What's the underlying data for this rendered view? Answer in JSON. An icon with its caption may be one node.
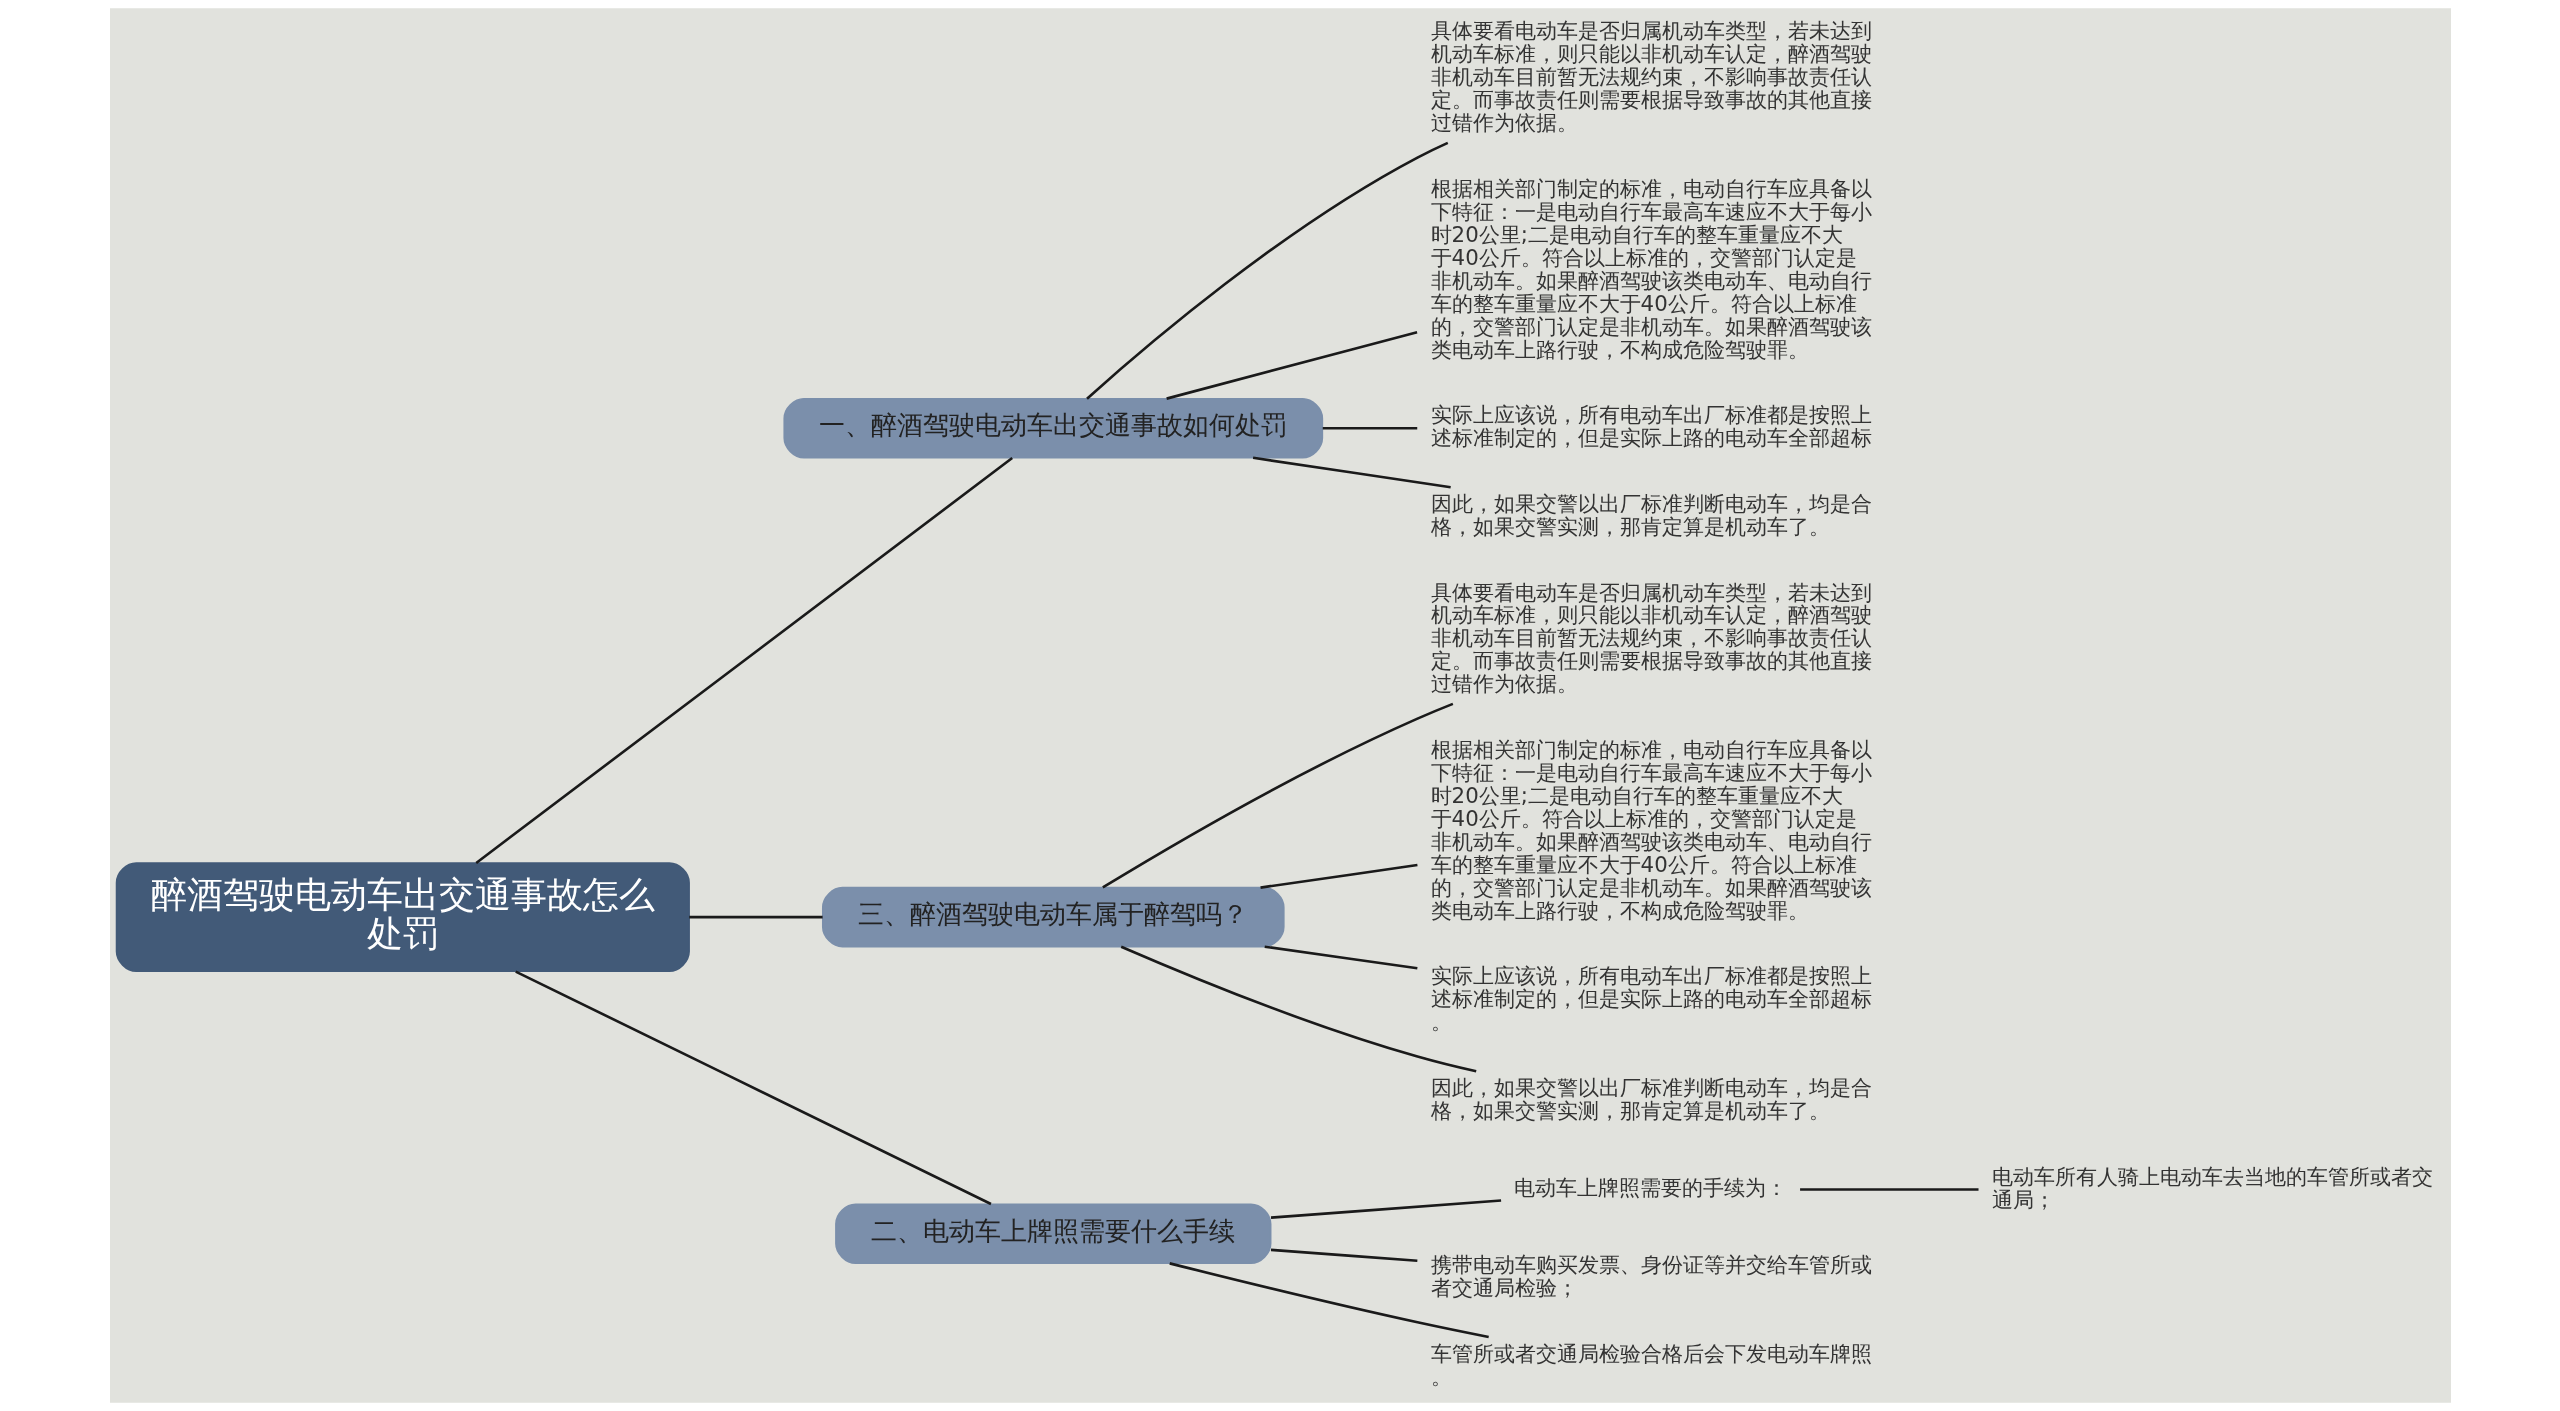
{
  "diagram": {
    "nodes": [
      {
        "text": [
          "醉酒驾驶电动车出交通事故怎么处罚"
        ]
      },
      {
        "text": [
          "一、醉酒驾驶电动车出交通事故如何处罚"
        ]
      },
      {
        "text": [
          "具体要看电动车是否归属机动车类型，若未达到机动车标准，则只能以非机动车认定，醉酒驾驶非机动车目前暂无法规约束，不影响事故责任认定。而事故责任则需要根据导致事故的其他直接过错作为依据。"
        ]
      },
      {
        "text": [
          "根据相关部门制定的标准，电动自行车应具备以下特征：一是电动自行车最高车速应不大于每小时20公里;二是电动自行车的整车重量应不大于40公斤。符合以上标准的，交警部门认定是非机动车。如果醉酒驾驶该类电动车、电动自行车的整车重量应不大于40公斤。符合以上标准的，交警部门认定是非机动车。如果醉酒驾驶该类电动车上路行驶，不构成危险驾驶罪。"
        ]
      },
      {
        "text": [
          "实际上应该说，所有电动车出厂标准都是按照上述标准制定的，但是实际上路的电动车全部超标"
        ]
      },
      {
        "text": [
          "因此，如果交警以出厂标准判断电动车，均是合格，如果交警实测，那肯定算是机动车了。"
        ]
      },
      {
        "text": [
          "三、醉酒驾驶电动车属于醉驾吗？"
        ]
      },
      {
        "text": [
          "具体要看电动车是否归属机动车类型，若未达到机动车标准，则只能以非机动车认定，醉酒驾驶非机动车目前暂无法规约束，不影响事故责任认定。而事故责任则需要根据导致事故的其他直接过错作为依据。"
        ]
      },
      {
        "text": [
          "根据相关部门制定的标准，电动自行车应具备以下特征：一是电动自行车最高车速应不大于每小时20公里;二是电动自行车的整车重量应不大于40公斤。符合以上标准的，交警部门认定是非机动车。如果醉酒驾驶该类电动车、电动自行车的整车重量应不大于40公斤。符合以上标准的，交警部门认定是非机动车。如果醉酒驾驶该类电动车上路行驶，不构成危险驾驶罪。"
        ]
      },
      {
        "text": [
          "实际上应该说，所有电动车出厂标准都是按照上述标准制定的，但是实际上路的电动车全部超标。"
        ]
      },
      {
        "text": [
          "因此，如果交警以出厂标准判断电动车，均是合格，如果交警实测，那肯定算是机动车了。"
        ]
      },
      {
        "text": [
          "二、电动车上牌照需要什么手续"
        ]
      },
      {
        "text": [
          "电动车上牌照需要的手续为："
        ]
      },
      {
        "text": [
          "携带电动车购买发票、身份证等并交给车管所或者交通局检验；"
        ]
      },
      {
        "text": [
          "车管所或者交通局检验合格后会下发电动车牌照。"
        ]
      },
      {
        "text": [
          "电动车所有人骑上电动车去当地的车管所或者交通局；"
        ]
      }
    ],
    "edges": [
      {
        "from": 0,
        "to": 1,
        "arrow": "none"
      },
      {
        "from": 1,
        "to": 2,
        "arrow": "none"
      },
      {
        "from": 1,
        "to": 3,
        "arrow": "none"
      },
      {
        "from": 1,
        "to": 4,
        "arrow": "none"
      },
      {
        "from": 1,
        "to": 5,
        "arrow": "none"
      },
      {
        "from": 0,
        "to": 6,
        "arrow": "none"
      },
      {
        "from": 6,
        "to": 7,
        "arrow": "none"
      },
      {
        "from": 6,
        "to": 8,
        "arrow": "none"
      },
      {
        "from": 6,
        "to": 9,
        "arrow": "none"
      },
      {
        "from": 6,
        "to": 10,
        "arrow": "none"
      },
      {
        "from": 0,
        "to": 11,
        "arrow": "none"
      },
      {
        "from": 11,
        "to": 12,
        "arrow": "none"
      },
      {
        "from": 11,
        "to": 13,
        "arrow": "none"
      },
      {
        "from": 11,
        "to": 14,
        "arrow": "none"
      },
      {
        "from": 12,
        "to": 15,
        "arrow": "none"
      }
    ]
  }
}
